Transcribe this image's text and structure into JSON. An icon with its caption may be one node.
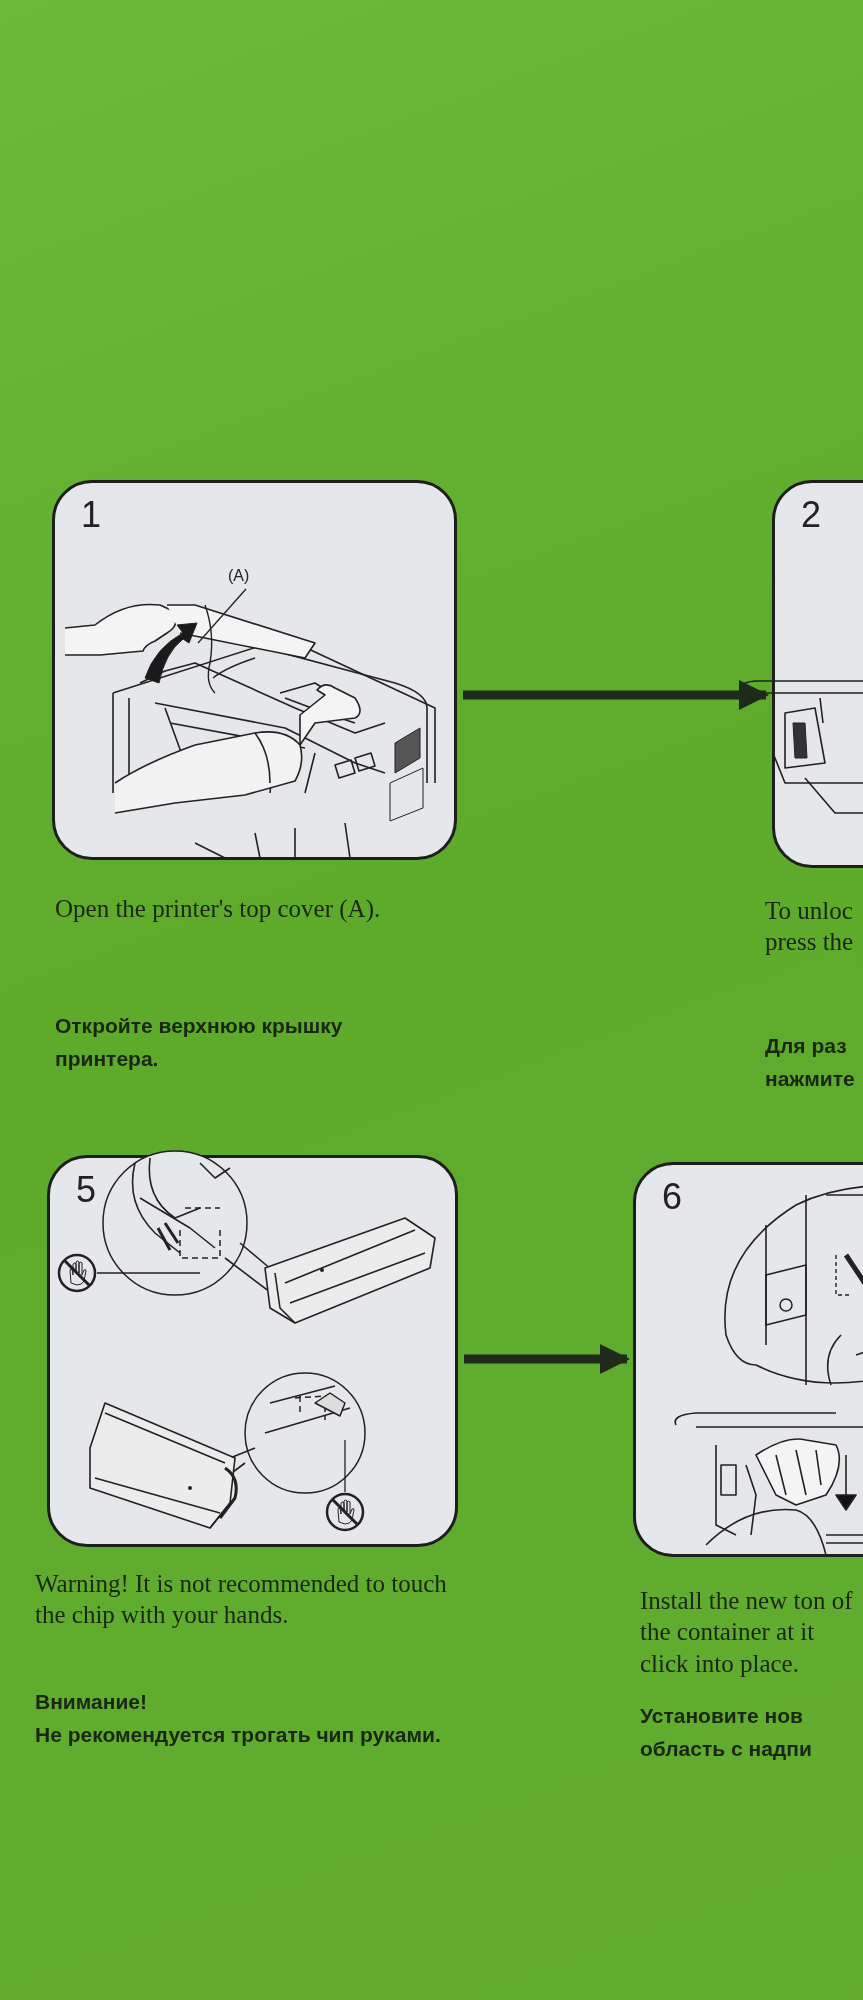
{
  "diagram": {
    "nodes": [
      {
        "text": [
          "1"
        ],
        "beside": [
          "Open the printer's top cover (A)."
        ]
      },
      {
        "text": [
          "(A)"
        ],
        "in": 0
      },
      {
        "text": [
          "2"
        ],
        "beside": [
          "To unloc press the"
        ]
      },
      {
        "text": [
          "5"
        ],
        "beside": [
          "Warning! It is not recommended to touch the chip with your hands."
        ]
      },
      {
        "text": [],
        "shape": "picture",
        "in": 3
      },
      {
        "text": [],
        "shape": "picture",
        "in": 3
      },
      {
        "text": [
          "6"
        ],
        "beside": [
          "Install the new ton of the container at it click into place."
        ]
      }
    ],
    "edges": [
      {
        "from": 0,
        "to": 2,
        "arrow": "to",
        "style": "thick"
      },
      {
        "from": 1,
        "to": null,
        "arrow": "none"
      },
      {
        "from": 4,
        "to": null,
        "arrow": "none"
      },
      {
        "from": 5,
        "to": null,
        "arrow": "none"
      },
      {
        "from": 3,
        "to": 6,
        "arrow": "to",
        "style": "thick"
      }
    ],
    "labels": [
      "Откройте верхнюю крышку принтера.",
      "Для раз нажмите",
      "Внимание!",
      "Не рекомендуется трогать чип руками.",
      "Установите нов область с надпи"
    ]
  }
}
